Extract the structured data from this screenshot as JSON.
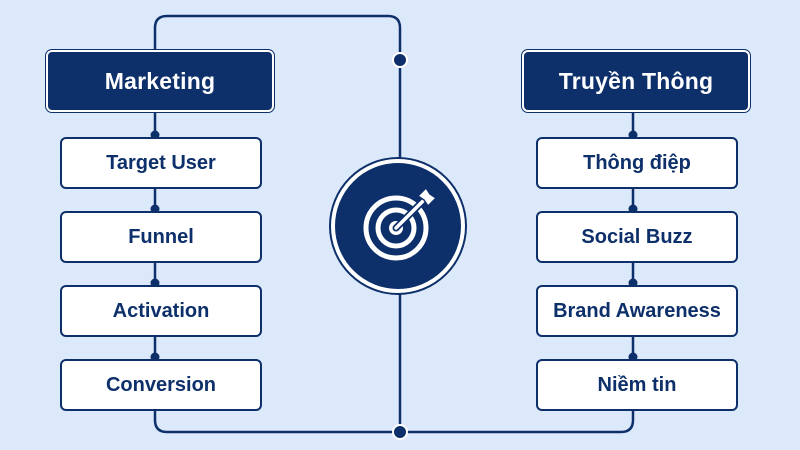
{
  "left_column": {
    "header": "Marketing",
    "items": [
      "Target User",
      "Funnel",
      "Activation",
      "Conversion"
    ]
  },
  "right_column": {
    "header": "Truyền Thông",
    "items": [
      "Thông điệp",
      "Social Buzz",
      "Brand Awareness",
      "Niềm tin"
    ]
  },
  "center": {
    "icon": "target-icon"
  },
  "colors": {
    "background": "#dce9fb",
    "primary": "#0d2f6a",
    "box_fill": "#ffffff"
  }
}
